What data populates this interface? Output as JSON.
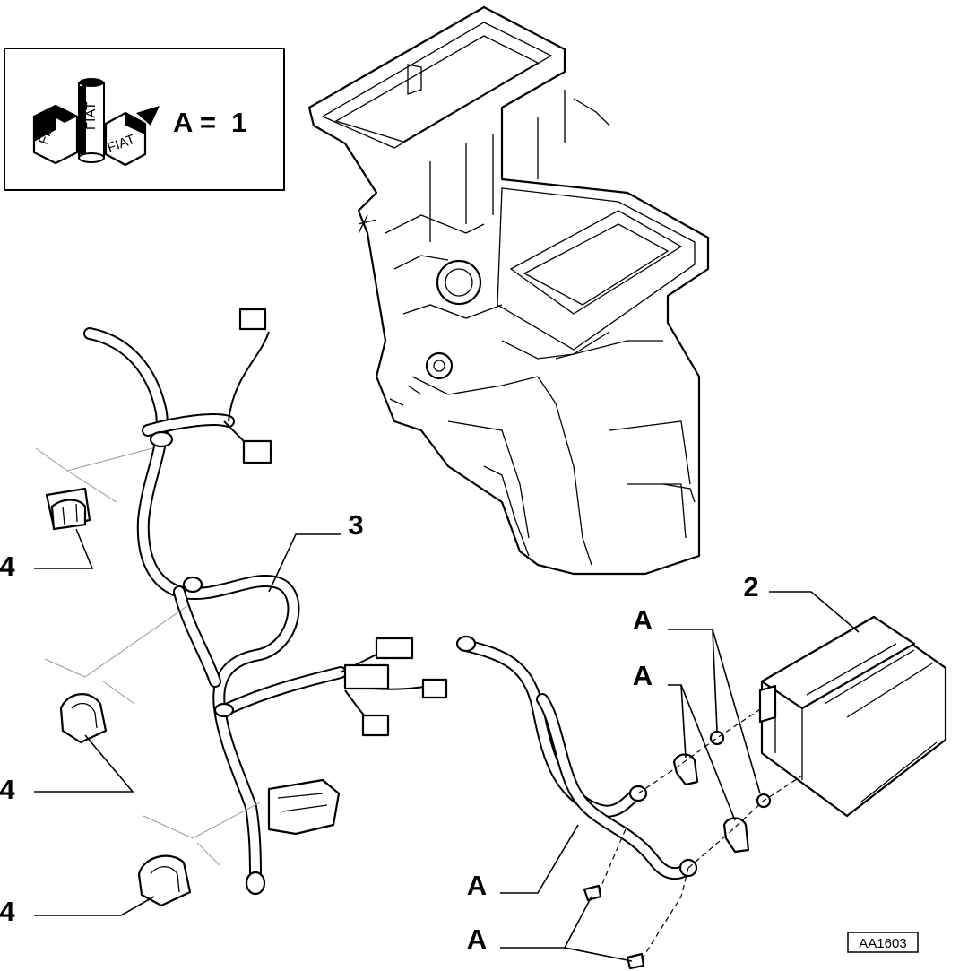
{
  "legend": {
    "text": "A =  1",
    "icon": "fiat-grease-product-icon",
    "brand_marks": [
      "FIAT",
      "FIAT",
      "FIAT"
    ]
  },
  "callouts": {
    "item_2": "2",
    "item_3": "3",
    "item_4_top": "4",
    "item_4_middle": "4",
    "item_4_bottom": "4",
    "a_top_1": "A",
    "a_top_2": "A",
    "a_pipe": "A",
    "a_screws": "A"
  },
  "reference_code": "AA1603"
}
